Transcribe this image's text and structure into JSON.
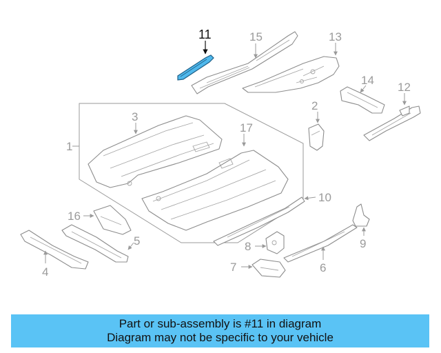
{
  "diagram": {
    "callouts": [
      {
        "id": "11",
        "label": "11",
        "highlighted": true
      },
      {
        "id": "15",
        "label": "15"
      },
      {
        "id": "13",
        "label": "13"
      },
      {
        "id": "14",
        "label": "14"
      },
      {
        "id": "12",
        "label": "12"
      },
      {
        "id": "2",
        "label": "2"
      },
      {
        "id": "3",
        "label": "3"
      },
      {
        "id": "1",
        "label": "1"
      },
      {
        "id": "17",
        "label": "17"
      },
      {
        "id": "10",
        "label": "10"
      },
      {
        "id": "16",
        "label": "16"
      },
      {
        "id": "5",
        "label": "5"
      },
      {
        "id": "4",
        "label": "4"
      },
      {
        "id": "8",
        "label": "8"
      },
      {
        "id": "9",
        "label": "9"
      },
      {
        "id": "7",
        "label": "7"
      },
      {
        "id": "6",
        "label": "6"
      }
    ],
    "highlight_color": "#4fb8ec"
  },
  "banner": {
    "line1": "Part or sub-assembly is #11 in diagram",
    "line2": "Diagram may not be specific to your vehicle",
    "background": "#5ac3f5"
  }
}
